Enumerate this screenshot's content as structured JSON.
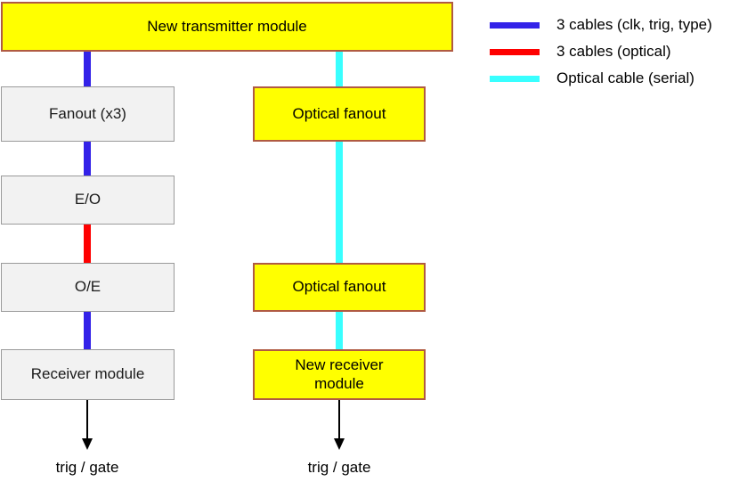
{
  "diagram": {
    "title_node": {
      "label": "New transmitter module",
      "fill": "#ffff00",
      "border": "#b05a42"
    },
    "left_chain": {
      "name": "existing-chain",
      "nodes": [
        {
          "label": "Fanout (x3)",
          "style": "gray"
        },
        {
          "label": "E/O",
          "style": "gray"
        },
        {
          "label": "O/E",
          "style": "gray"
        },
        {
          "label": "Receiver module",
          "style": "gray"
        }
      ],
      "links": [
        {
          "from": "New transmitter module",
          "to": "Fanout (x3)",
          "type": "3 cables (clk, trig, type)",
          "color": "#3322e8"
        },
        {
          "from": "Fanout (x3)",
          "to": "E/O",
          "type": "3 cables (clk, trig, type)",
          "color": "#3322e8"
        },
        {
          "from": "E/O",
          "to": "O/E",
          "type": "3 cables (optical)",
          "color": "#fe0000"
        },
        {
          "from": "O/E",
          "to": "Receiver module",
          "type": "3 cables (clk, trig, type)",
          "color": "#3322e8"
        }
      ],
      "output_label": "trig / gate"
    },
    "right_chain": {
      "name": "new-chain",
      "nodes": [
        {
          "label": "Optical fanout",
          "style": "yellow"
        },
        {
          "label": "Optical fanout",
          "style": "yellow"
        },
        {
          "label": "New receiver\nmodule",
          "style": "yellow",
          "line1": "New receiver",
          "line2": "module"
        }
      ],
      "links": [
        {
          "from": "New transmitter module",
          "to": "Optical fanout",
          "type": "Optical cable (serial)",
          "color": "#39ffff"
        },
        {
          "from": "Optical fanout",
          "to": "Optical fanout",
          "type": "Optical cable (serial)",
          "color": "#39ffff"
        },
        {
          "from": "Optical fanout",
          "to": "New receiver module",
          "type": "Optical cable (serial)",
          "color": "#39ffff"
        }
      ],
      "output_label": "trig / gate"
    }
  },
  "legend": {
    "items": [
      {
        "color": "#3322e8",
        "label": "3 cables (clk, trig, type)"
      },
      {
        "color": "#fe0000",
        "label": "3 cables (optical)"
      },
      {
        "color": "#39ffff",
        "label": "Optical cable (serial)"
      }
    ]
  },
  "colors": {
    "blue": "#3322e8",
    "red": "#fe0000",
    "cyan": "#39ffff",
    "yellow_fill": "#ffff00",
    "yellow_border": "#b05a42",
    "gray_fill": "#f2f2f2",
    "gray_border": "#9a9a9a",
    "arrow": "#000000"
  }
}
